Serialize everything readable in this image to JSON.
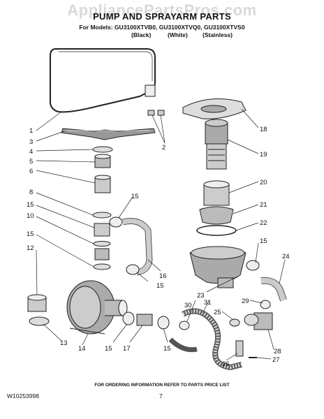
{
  "watermark": "AppliancePartsPros.com",
  "title": "PUMP AND SPRAYARM PARTS",
  "models_line": "For Models: GU3100XTVB0, GU3100XTVQ0, GU3100XTVS0",
  "variants": [
    "(Black)",
    "(White)",
    "(Stainless)"
  ],
  "callouts": {
    "c1": "1",
    "c2": "2",
    "c3": "3",
    "c4": "4",
    "c5": "5",
    "c6": "6",
    "c8": "8",
    "c10": "10",
    "c12": "12",
    "c13": "13",
    "c14": "14",
    "c15a": "15",
    "c15b": "15",
    "c15c": "15",
    "c15d": "15",
    "c15e": "15",
    "c15f": "15",
    "c15g": "15",
    "c16": "16",
    "c17": "17",
    "c18": "18",
    "c19": "19",
    "c20": "20",
    "c21": "21",
    "c22": "22",
    "c23": "23",
    "c24": "24",
    "c25": "25",
    "c26": "26",
    "c27": "27",
    "c28": "28",
    "c29": "29",
    "c30": "30",
    "c31": "31"
  },
  "footer": "FOR ORDERING INFORMATION REFER TO PARTS PRICE LIST",
  "part_number": "W10253998",
  "page_number": "7"
}
